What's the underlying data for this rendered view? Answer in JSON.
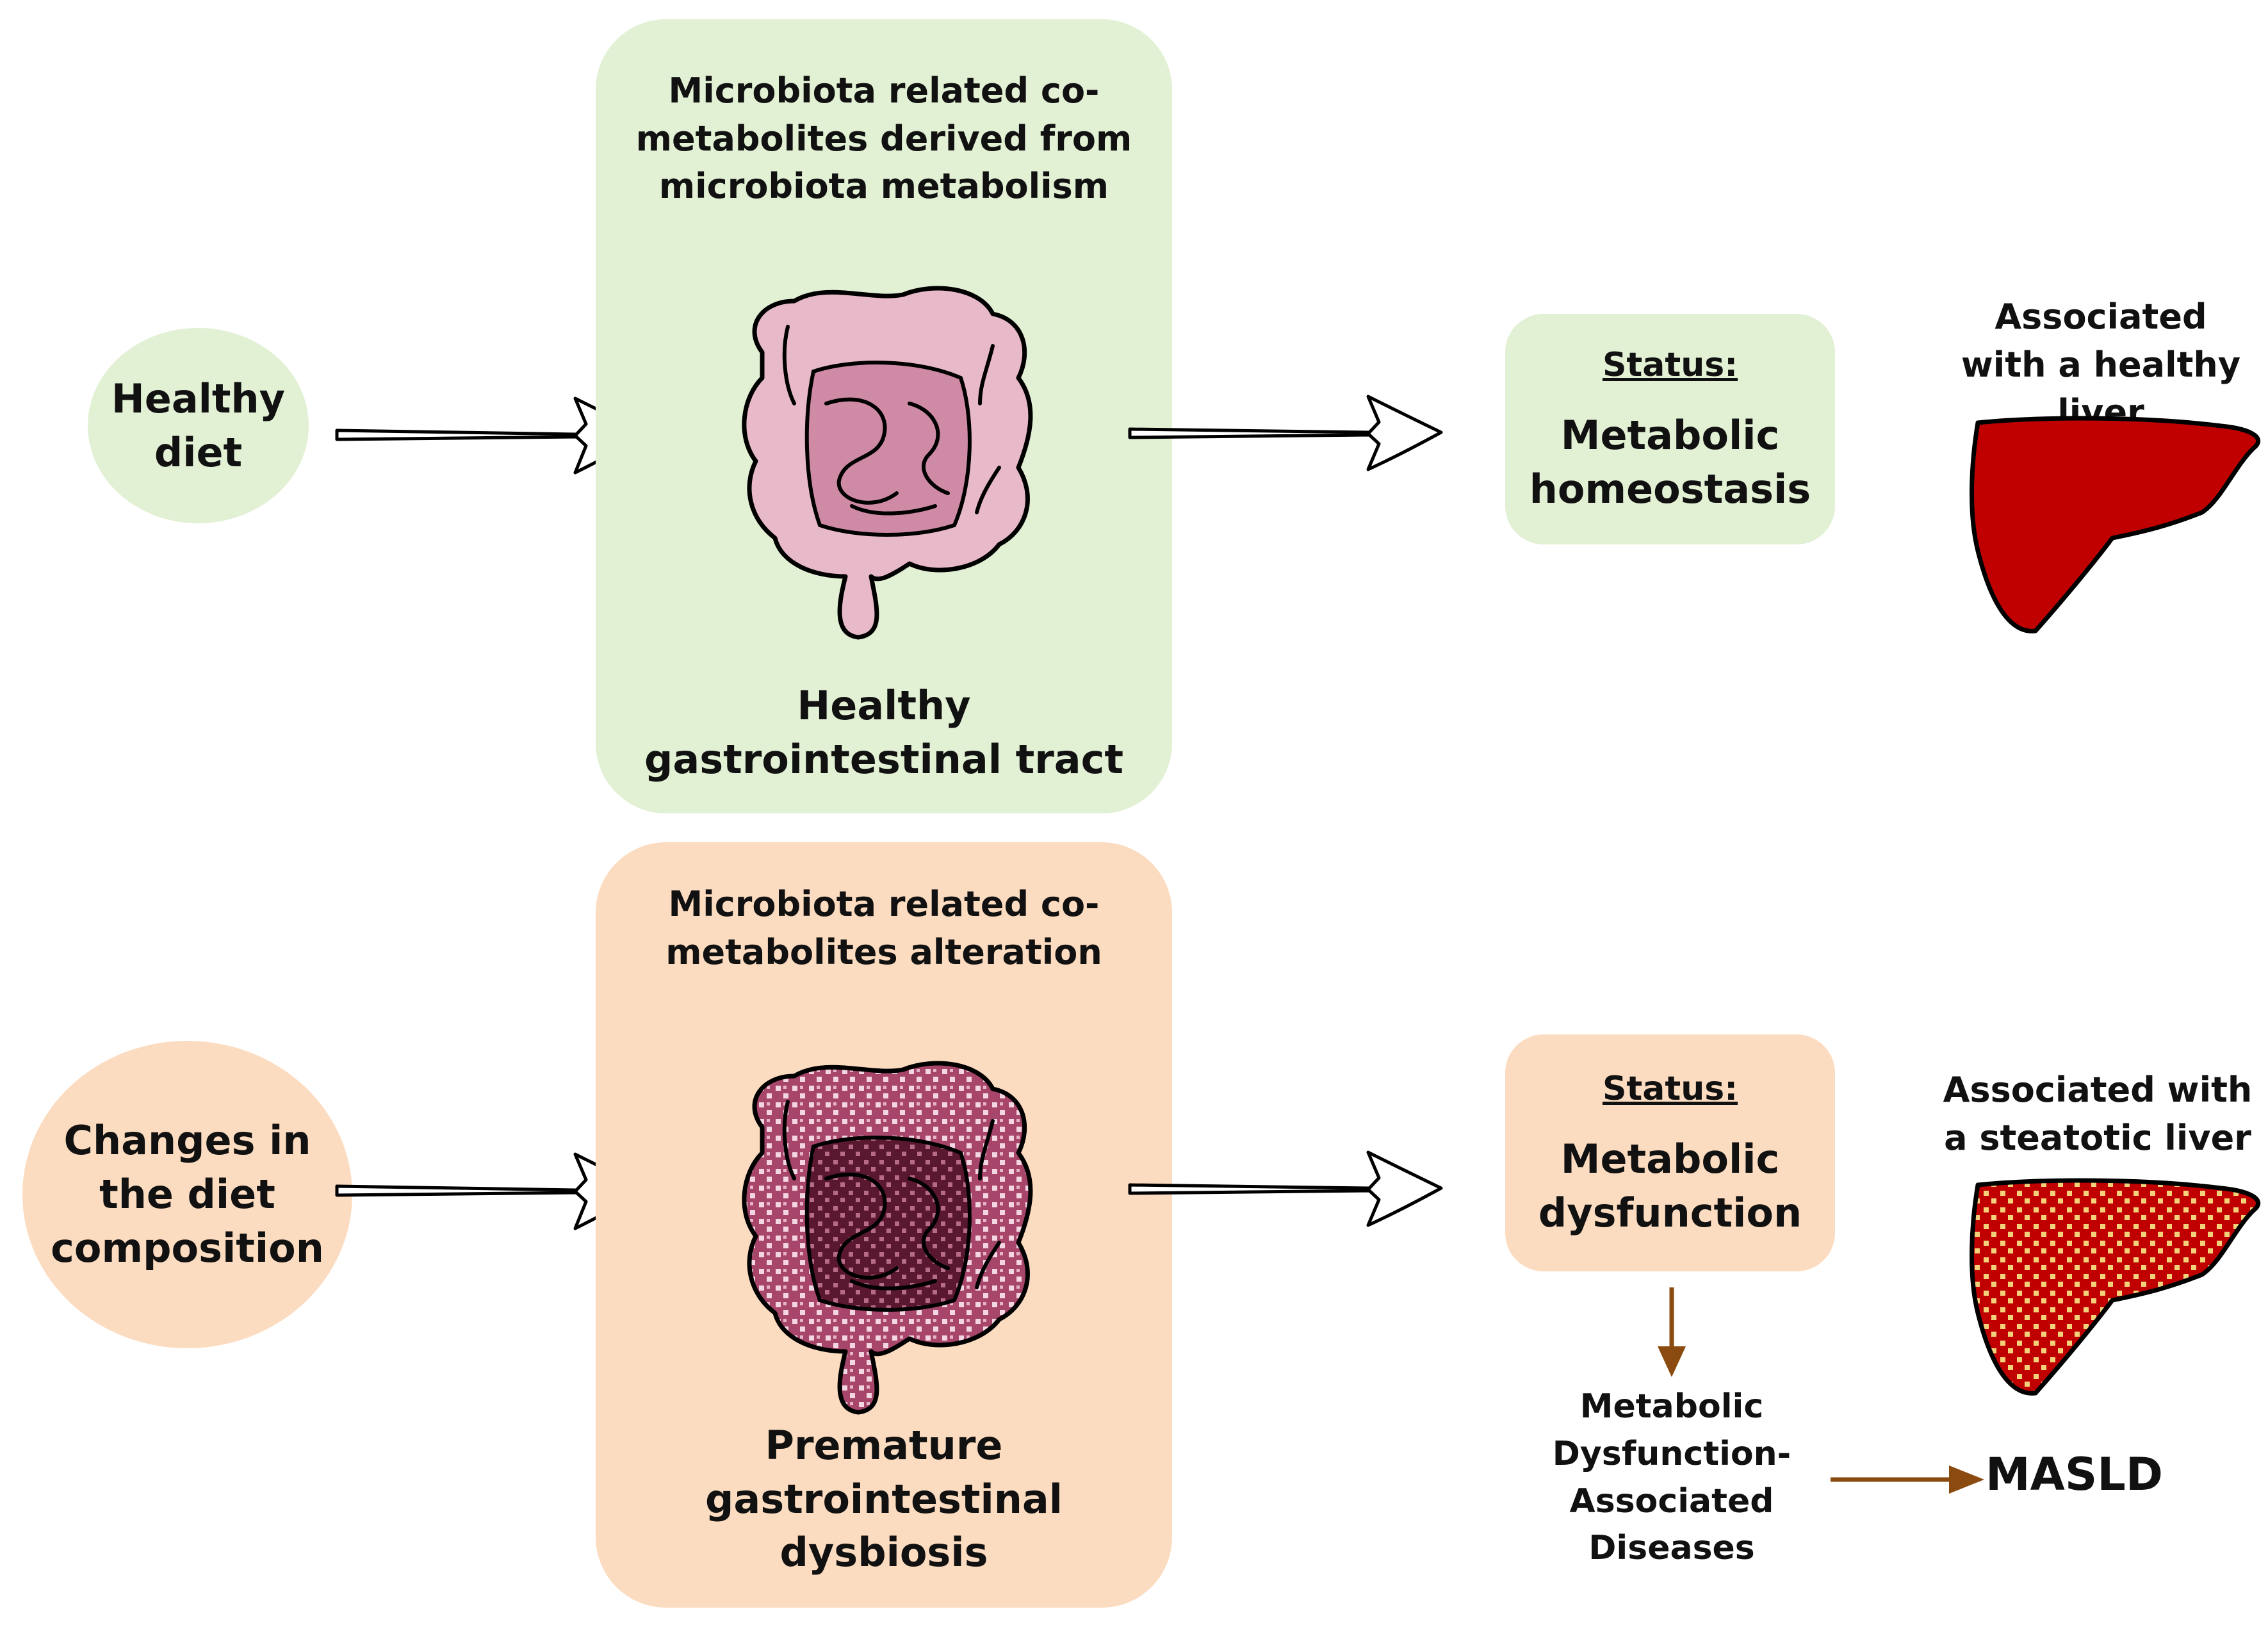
{
  "colors": {
    "green_fill": "#e2f0d4",
    "orange_fill": "#fcdcc0",
    "liver_healthy": "#c00000",
    "liver_steatotic": "#c00000",
    "brown_arrow": "#8b4b10",
    "intestine_light": "#e8b9c9",
    "intestine_dark": "#cf8aa5",
    "intestine_patterned": "#9c3a5e"
  },
  "top_row": {
    "diet": "Healthy diet",
    "box_header": "Microbiota related co-metabolites derived from microbiota metabolism",
    "box_footer": "Healthy gastrointestinal tract",
    "status_label": "Status:",
    "status_value": "Metabolic homeostasis",
    "liver_caption": "Associated with a healthy liver",
    "intestine_icon": "healthy-intestine-icon",
    "liver_icon": "healthy-liver-icon"
  },
  "bottom_row": {
    "diet": "Changes in the diet composition",
    "box_header": "Microbiota related co-metabolites alteration",
    "box_footer": "Premature gastrointestinal dysbiosis",
    "status_label": "Status:",
    "status_value": "Metabolic dysfunction",
    "liver_caption": "Associated with a steatotic liver",
    "disease": "Metabolic Dysfunction-Associated Diseases",
    "masld": "MASLD",
    "intestine_icon": "dysbiotic-intestine-icon",
    "liver_icon": "steatotic-liver-icon"
  }
}
